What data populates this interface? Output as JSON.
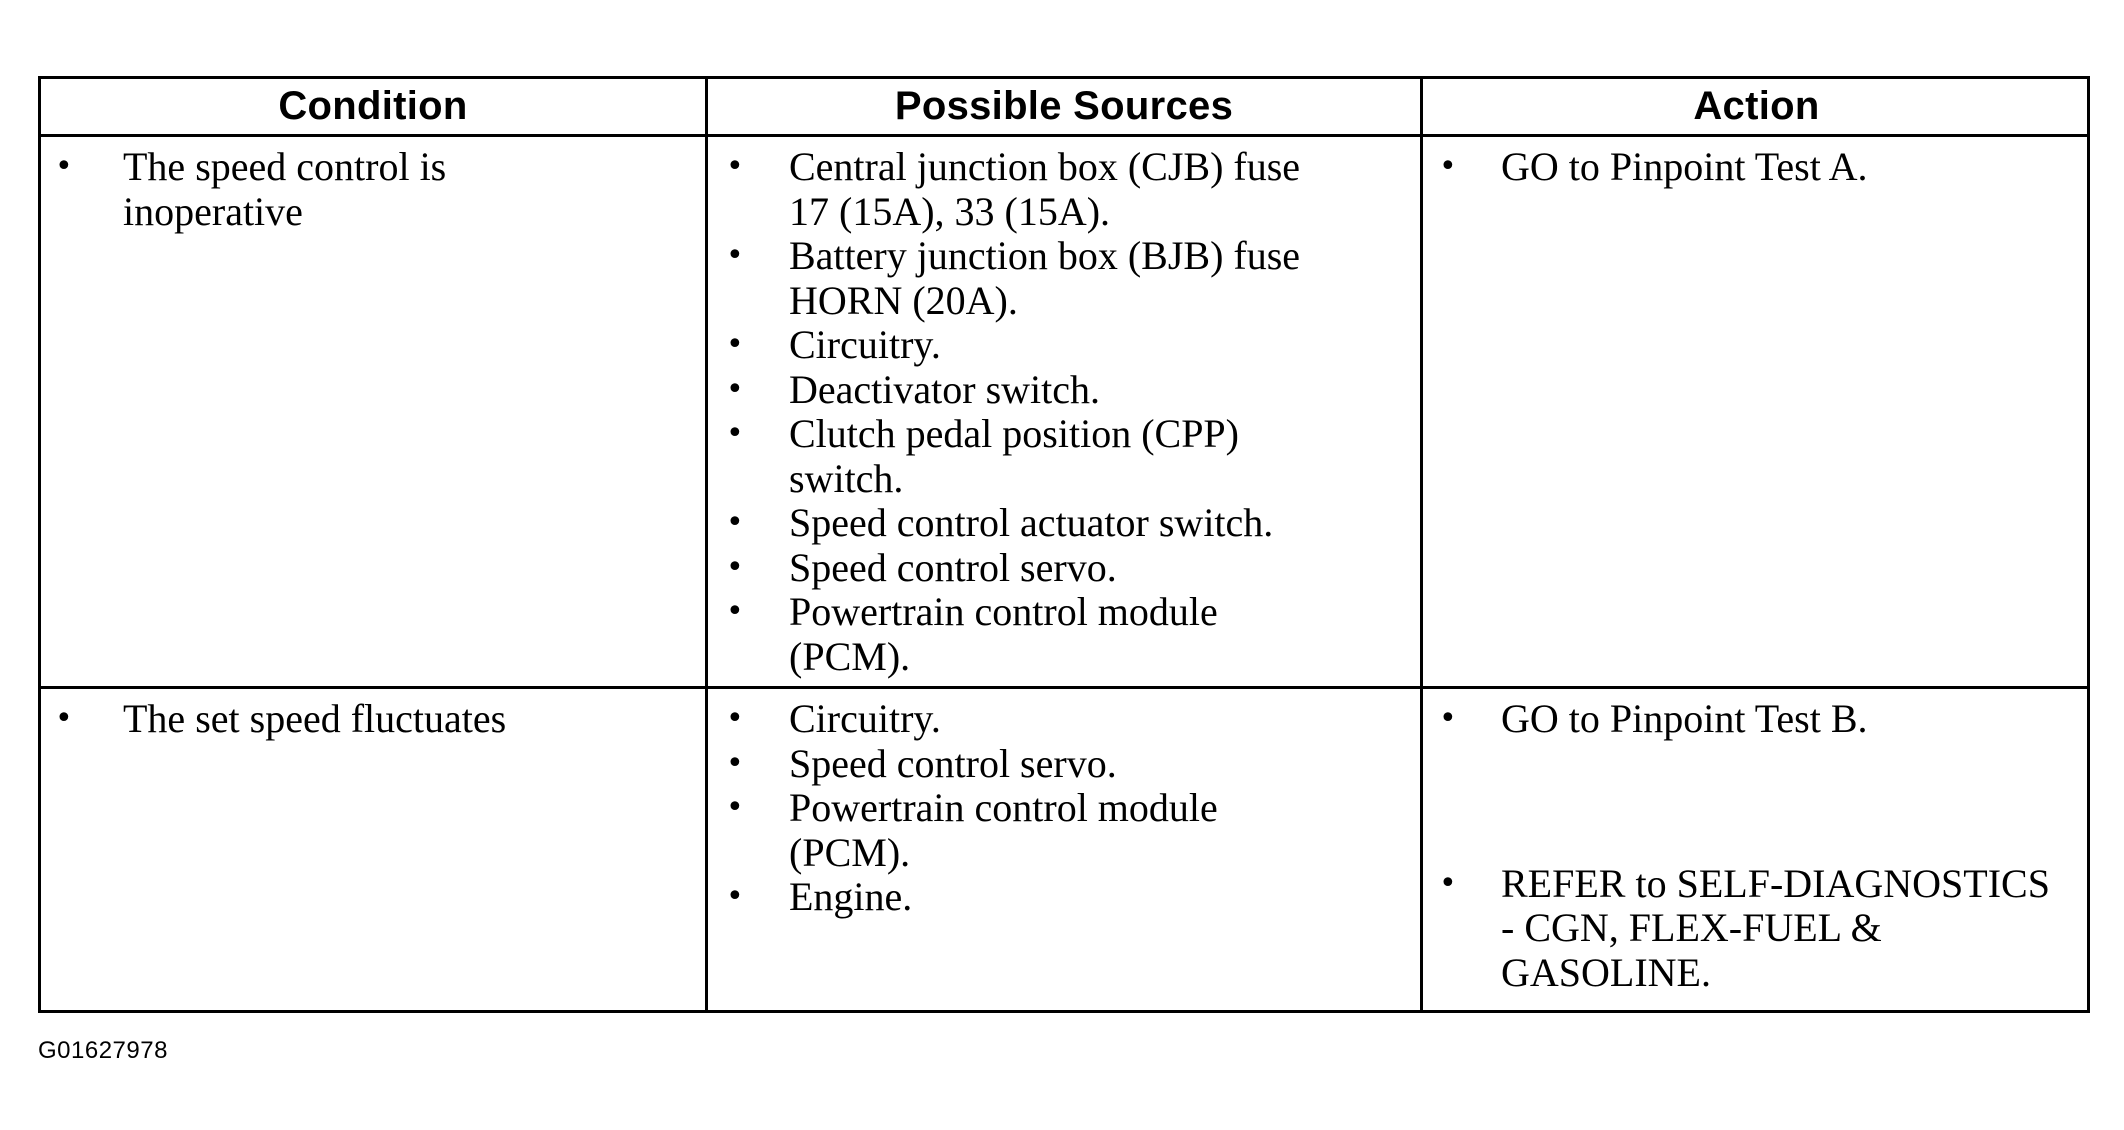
{
  "table": {
    "headers": {
      "condition": "Condition",
      "sources": "Possible Sources",
      "action": "Action"
    },
    "rows": [
      {
        "condition": [
          "The speed control is inoperative"
        ],
        "sources": [
          "Central junction box (CJB) fuse 17 (15A), 33 (15A).",
          "Battery junction box (BJB) fuse HORN (20A).",
          "Circuitry.",
          "Deactivator switch.",
          "Clutch pedal position (CPP) switch.",
          "Speed control actuator switch.",
          "Speed control servo.",
          "Powertrain control module (PCM)."
        ],
        "action": [
          "GO to Pinpoint Test A."
        ]
      },
      {
        "condition": [
          "The set speed fluctuates"
        ],
        "sources": [
          "Circuitry.",
          "Speed control servo.",
          "Powertrain control module (PCM).",
          "Engine."
        ],
        "action": [
          "GO to Pinpoint Test B.",
          "REFER to SELF-DIAGNOSTICS - CGN, FLEX-FUEL & GASOLINE."
        ]
      }
    ]
  },
  "bullet_glyph": "•",
  "figure_id": "G01627978"
}
